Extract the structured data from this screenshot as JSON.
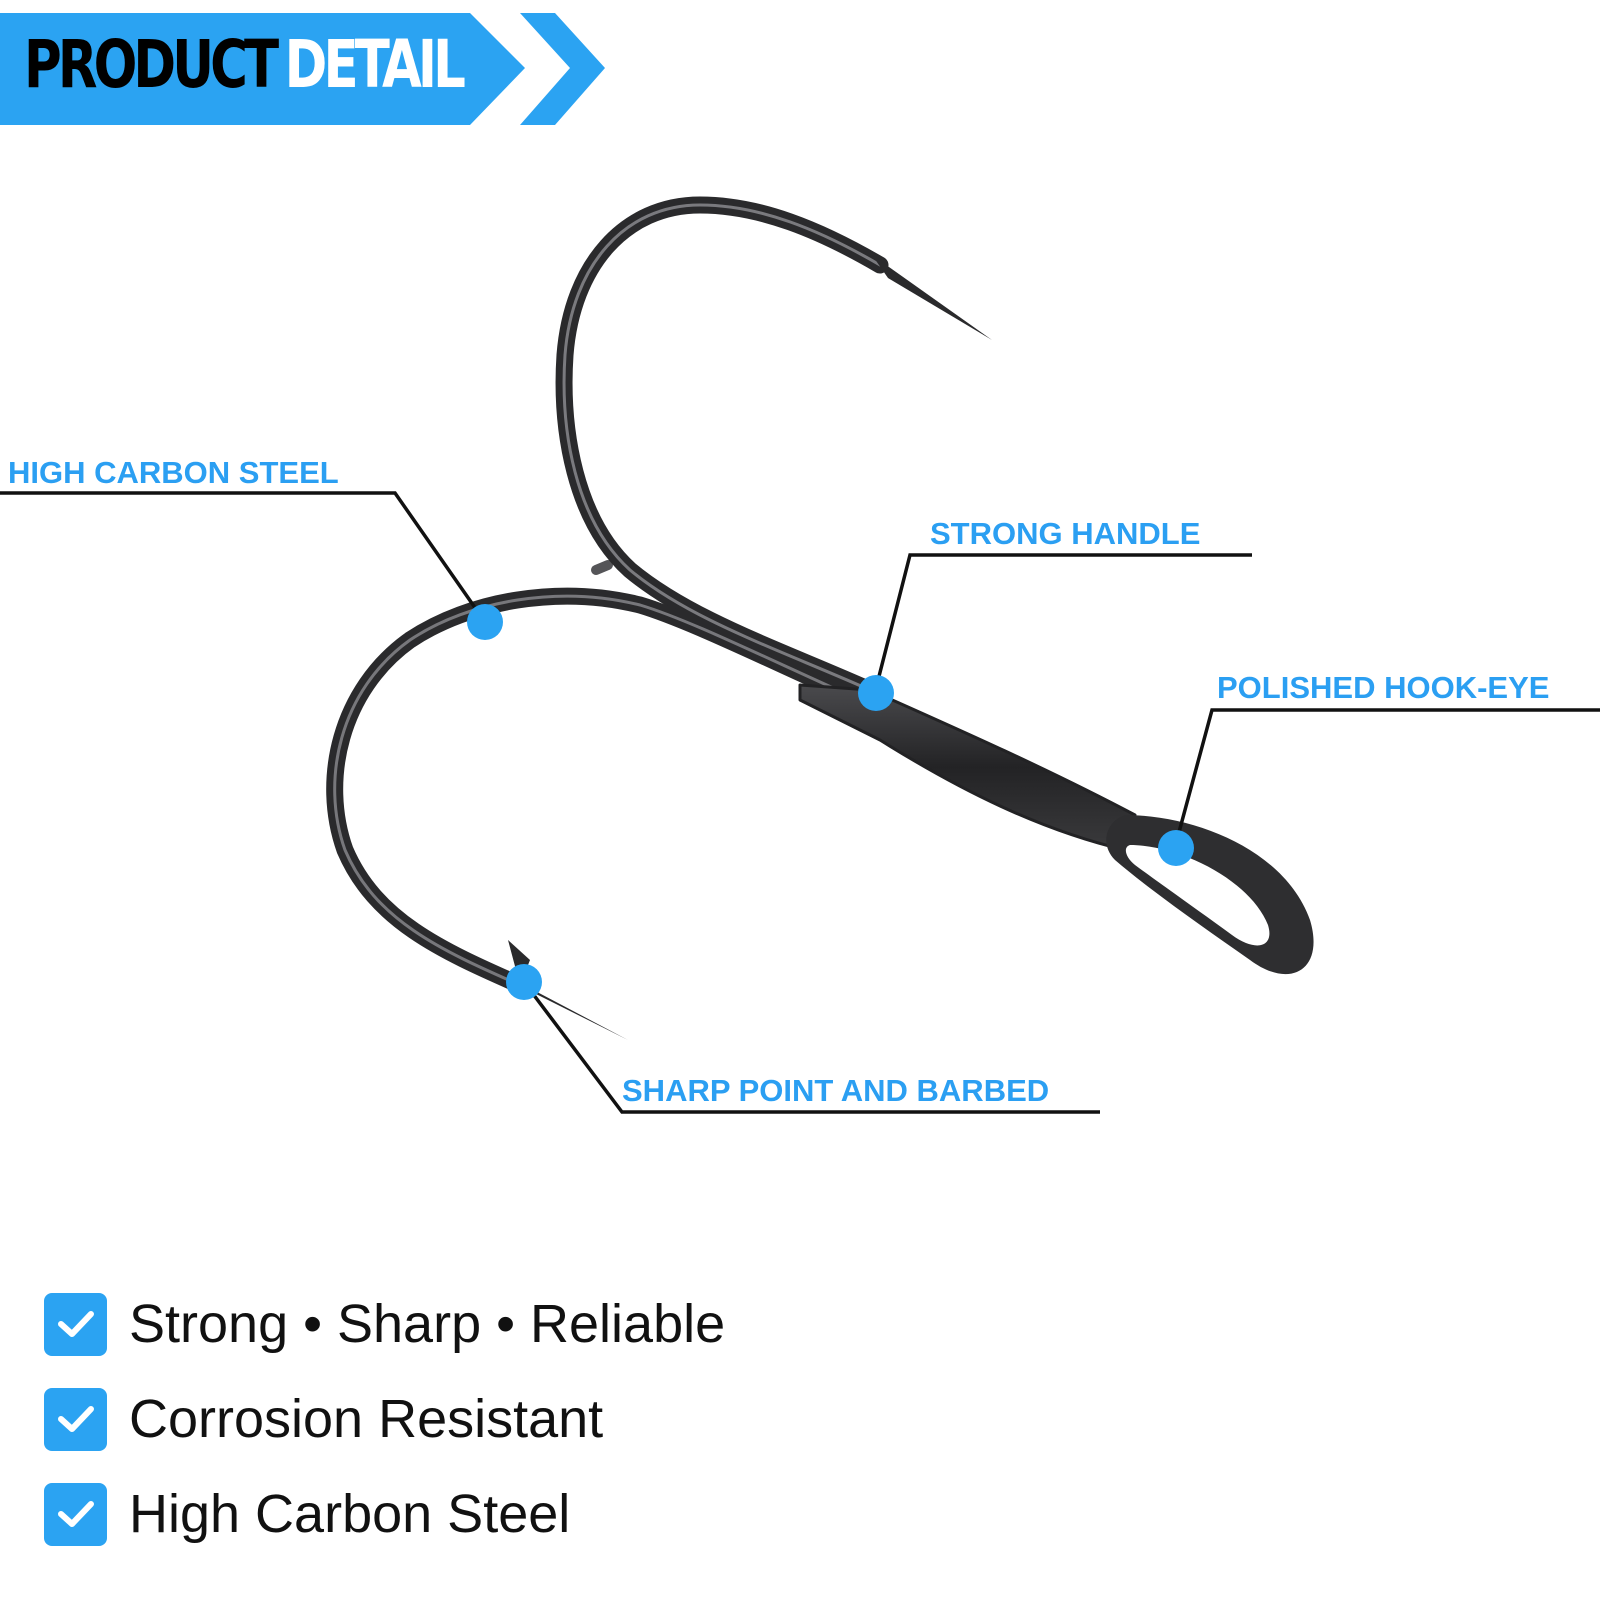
{
  "header": {
    "title_part1": "PRODUCT",
    "title_part2": "DETAIL"
  },
  "colors": {
    "accent": "#2ba3f2",
    "callout_text": "#2b9ff2",
    "hook": "#2a2a2c",
    "leader": "#111111"
  },
  "callouts": {
    "high_carbon_steel": "HIGH CARBON STEEL",
    "strong_handle": "STRONG HANDLE",
    "polished_hook_eye": "POLISHED HOOK-EYE",
    "sharp_point": "SHARP POINT AND BARBED"
  },
  "features": [
    {
      "label": "Strong • Sharp • Reliable",
      "icon": "checkmark-icon"
    },
    {
      "label": "Corrosion Resistant",
      "icon": "checkmark-icon"
    },
    {
      "label": "High Carbon Steel",
      "icon": "checkmark-icon"
    }
  ]
}
